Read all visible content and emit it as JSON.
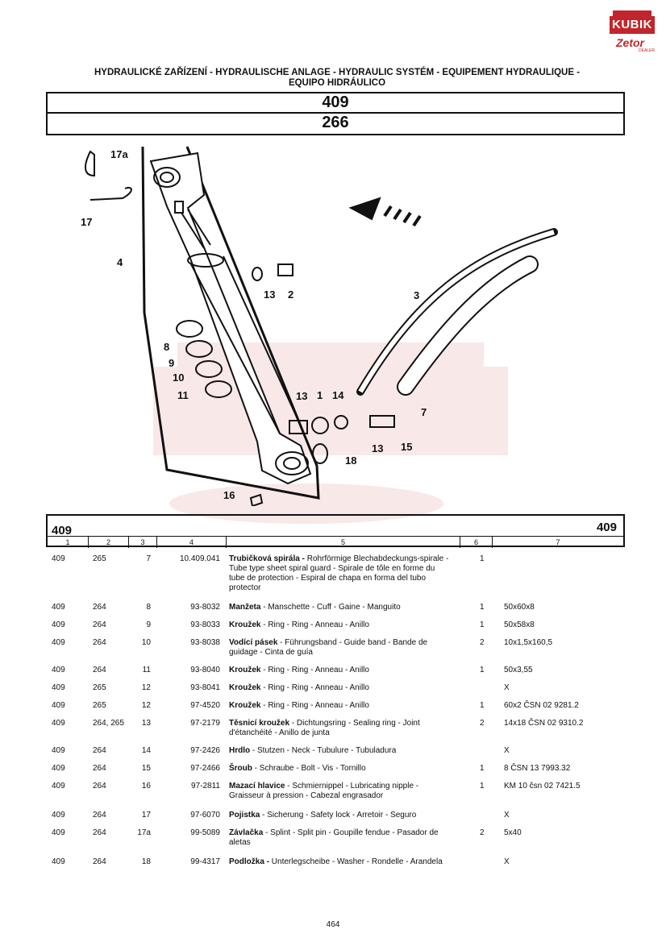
{
  "logo": {
    "brand": "KUBIK",
    "sub": "Zetor",
    "tag": "DEALER"
  },
  "heading": {
    "line1": "HYDRAULICKÉ ZAŘÍZENÍ - HYDRAULISCHE ANLAGE - HYDRAULIC SYSTÉM - EQUIPEMENT HYDRAULIQUE -",
    "line2": "EQUIPO HIDRÁULICO"
  },
  "group_code": "409",
  "subgroup_code": "266",
  "callouts": [
    "17a",
    "17",
    "4",
    "13",
    "2",
    "3",
    "8",
    "9",
    "10",
    "11",
    "13",
    "1",
    "14",
    "7",
    "13",
    "15",
    "18",
    "16"
  ],
  "table": {
    "group_left": "409",
    "group_right": "409",
    "columns": [
      "1",
      "2",
      "3",
      "4",
      "5",
      "6",
      "7"
    ],
    "rows": [
      {
        "c1": "409",
        "c2": "265",
        "c3": "7",
        "c4": "10.409.041",
        "bold": "Trubičková spirála -",
        "desc": " Rohrförmige Blechabdeckungs-spirale - Tube type sheet spiral guard - Spirale de tôle en forme du tube de protection - Espiral de chapa en forma del tubo protector",
        "c6": "1",
        "c7": ""
      },
      {
        "c1": "409",
        "c2": "264",
        "c3": "8",
        "c4": "93-8032",
        "bold": "Manžeta",
        "desc": " - Manschette - Cuff - Gaine - Manguito",
        "c6": "1",
        "c7": "50x60x8"
      },
      {
        "c1": "409",
        "c2": "264",
        "c3": "9",
        "c4": "93-8033",
        "bold": "Kroužek",
        "desc": " - Ring - Ring - Anneau - Anillo",
        "c6": "1",
        "c7": "50x58x8"
      },
      {
        "c1": "409",
        "c2": "264",
        "c3": "10",
        "c4": "93-8038",
        "bold": "Vodící pásek",
        "desc": " - Führungsband - Guide band - Bande de guidage - Cinta de guía",
        "c6": "2",
        "c7": "10x1,5x160,5"
      },
      {
        "c1": "409",
        "c2": "264",
        "c3": "11",
        "c4": "93-8040",
        "bold": "Kroužek",
        "desc": " - Ring - Ring - Anneau - Anillo",
        "c6": "1",
        "c7": "50x3,55"
      },
      {
        "c1": "409",
        "c2": "265",
        "c3": "12",
        "c4": "93-8041",
        "bold": "Kroužek",
        "desc": " - Ring - Ring - Anneau - Anillo",
        "c6": "",
        "c7": "X"
      },
      {
        "c1": "409",
        "c2": "265",
        "c3": "12",
        "c4": "97-4520",
        "bold": "Kroužek",
        "desc": " - Ring - Ring - Anneau - Anillo",
        "c6": "1",
        "c7": "60x2 ČSN 02 9281.2"
      },
      {
        "c1": "409",
        "c2": "264, 265",
        "c3": "13",
        "c4": "97-2179",
        "bold": "Těsnicí kroužek",
        "desc": " - Dichtungsring - Sealing ring - Joint d'étanchéité - Anillo de junta",
        "c6": "2",
        "c7": "14x18 ČSN 02 9310.2"
      },
      {
        "c1": "409",
        "c2": "264",
        "c3": "14",
        "c4": "97-2426",
        "bold": "Hrdlo",
        "desc": " - Stutzen - Neck - Tubulure - Tubuladura",
        "c6": "",
        "c7": "X"
      },
      {
        "c1": "409",
        "c2": "264",
        "c3": "15",
        "c4": "97-2466",
        "bold": "Šroub",
        "desc": " - Schraube - Bolt - Vis - Tornillo",
        "c6": "1",
        "c7": "8 ČSN 13 7993.32"
      },
      {
        "c1": "409",
        "c2": "264",
        "c3": "16",
        "c4": "97-2811",
        "bold": "Mazací hlavice",
        "desc": " - Schmiernippel - Lubricating nipple - Graisseur à pression - Cabezal engrasador",
        "c6": "1",
        "c7": "KM 10 čsn 02 7421.5"
      },
      {
        "c1": "409",
        "c2": "264",
        "c3": "17",
        "c4": "97-6070",
        "bold": "Pojistka",
        "desc": " - Sicherung - Safety lock - Arretoir - Seguro",
        "c6": "",
        "c7": "X"
      },
      {
        "c1": "409",
        "c2": "264",
        "c3": "17a",
        "c4": "99-5089",
        "bold": "Závlačka",
        "desc": " - Splint - Split pin - Goupille fendue - Pasador de aletas",
        "c6": "2",
        "c7": "5x40"
      },
      {
        "c1": "409",
        "c2": "264",
        "c3": "18",
        "c4": "99-4317",
        "bold": "Podložka -",
        "desc": " Unterlegscheibe - Washer - Rondelle - Arandela",
        "c6": "",
        "c7": "X"
      }
    ]
  },
  "page_number": "464"
}
